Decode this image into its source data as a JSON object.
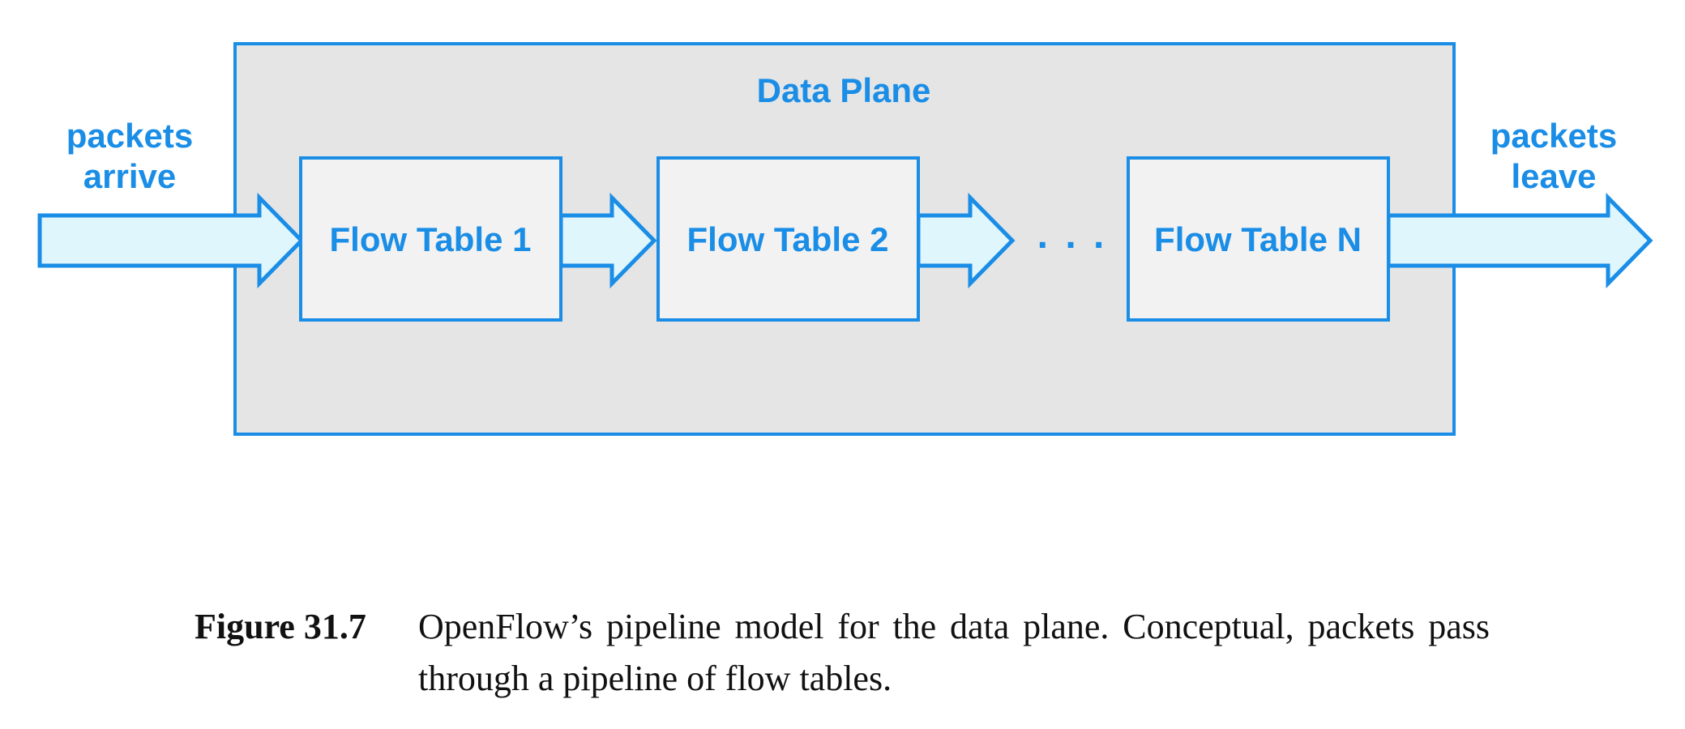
{
  "diagram": {
    "plane_title": "Data Plane",
    "input_label": [
      "packets",
      "arrive"
    ],
    "output_label": [
      "packets",
      "leave"
    ],
    "tables": [
      "Flow Table 1",
      "Flow Table 2",
      "Flow Table N"
    ],
    "ellipsis": ". . .",
    "colors": {
      "accent": "#1a8de6",
      "plane_fill": "#e5e5e5",
      "table_fill": "#f2f2f2",
      "arrow_fill": "#e0f6fd"
    }
  },
  "caption": {
    "label": "Figure 31.7",
    "text": "OpenFlow’s pipeline model for the data plane. Conceptual, packets pass through a pipeline of flow tables."
  }
}
